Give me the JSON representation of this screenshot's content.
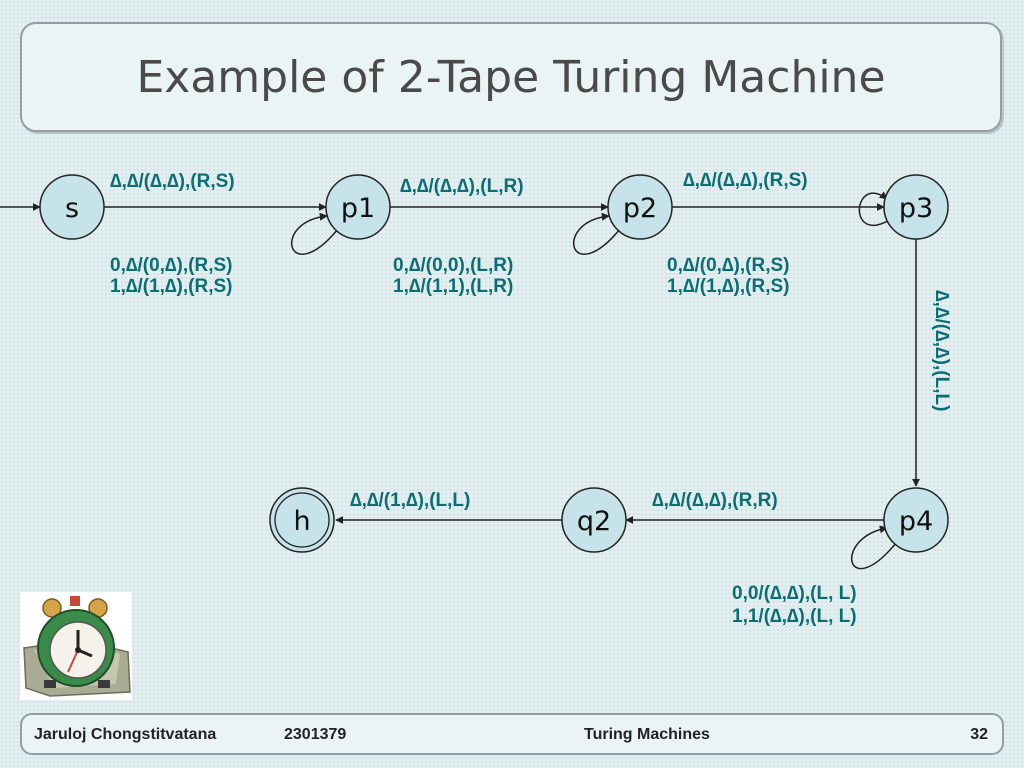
{
  "title": "Example of 2-Tape Turing Machine",
  "states": {
    "s": "s",
    "p1": "p1",
    "p2": "p2",
    "p3": "p3",
    "p4": "p4",
    "q2": "q2",
    "h": "h"
  },
  "transitions": {
    "s_p1": "∆,∆/(∆,∆),(R,S)",
    "p1_loop": [
      "0,∆/(0,∆),(R,S)",
      "1,∆/(1,∆),(R,S)"
    ],
    "p1_p2": "∆,∆/(∆,∆),(L,R)",
    "p2_loop": [
      "0,∆/(0,0),(L,R)",
      "1,∆/(1,1),(L,R)"
    ],
    "p2_p3": "∆,∆/(∆,∆),(R,S)",
    "p3_loop": [
      "0,∆/(0,∆),(R,S)",
      "1,∆/(1,∆),(R,S)"
    ],
    "p3_p4": "∆,∆/(∆,∆),(L,L)",
    "p4_loop": [
      "0,0/(∆,∆),(L, L)",
      "1,1/(∆,∆),(L, L)"
    ],
    "p4_q2": "∆,∆/(∆,∆),(R,R)",
    "q2_h": "∆,∆/(1,∆),(L,L)"
  },
  "footer": {
    "author": "Jaruloj Chongstitvatana",
    "course": "2301379",
    "topic": "Turing Machines",
    "page": "32"
  },
  "icons": [
    "alarm-clock-icon"
  ],
  "colors": {
    "state_fill": "#c6e3ea",
    "label_teal": "#0a6e72",
    "background": "#e3eef0"
  }
}
